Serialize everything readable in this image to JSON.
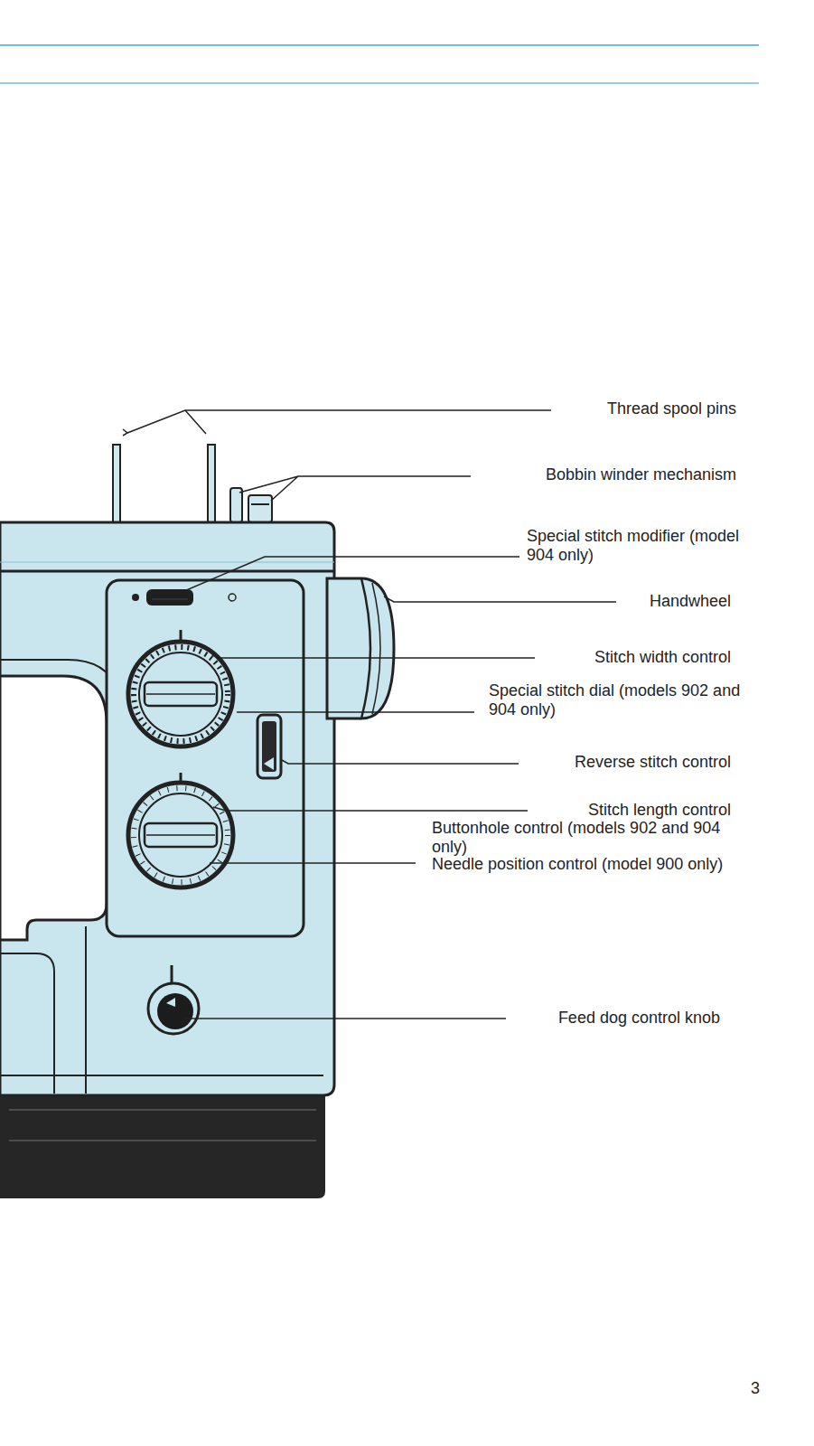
{
  "diagram": {
    "labels": [
      "Thread spool pins",
      "Bobbin winder mechanism",
      "Special stitch modifier (model 904 only)",
      "Handwheel",
      "Stitch width control",
      "Special stitch dial (models 902 and 904 only)",
      "Reverse stitch control",
      "Stitch length control",
      "Buttonhole control (models 902 and 904 only)",
      "Needle position control (model 900 only)",
      "Feed dog control knob",
      "3"
    ]
  }
}
